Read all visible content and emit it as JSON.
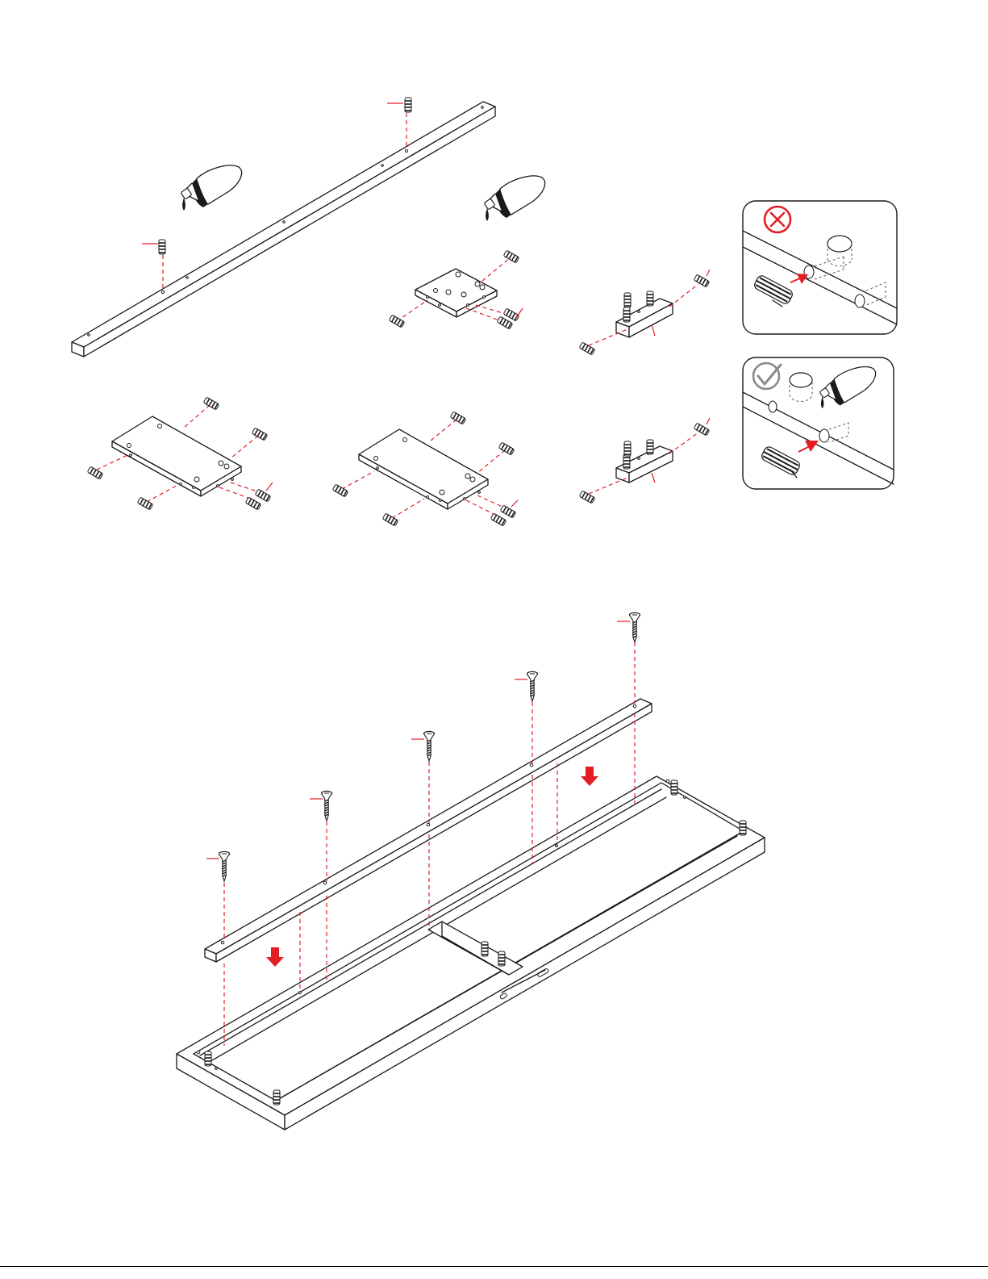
{
  "page": {
    "background": "#ffffff",
    "rule_color": "#000000"
  },
  "colors": {
    "guide": "#e31e24",
    "arrow": "#e31e24",
    "line": "#1a1a1a",
    "status_bad": "#e31e24",
    "status_good": "#8a8a8a"
  },
  "steps": [
    {
      "name": "dowel-and-glue-step",
      "icons": [
        "glue-bottle-icon",
        "wood-dowel-icon"
      ],
      "callouts": [
        {
          "name": "incorrect-dowel-insertion",
          "icon": "cross-circle-icon"
        },
        {
          "name": "correct-dowel-insertion",
          "icon": "check-circle-icon"
        }
      ]
    },
    {
      "name": "rail-attach-step",
      "icons": [
        "screw-icon",
        "down-arrow-icon"
      ]
    }
  ]
}
